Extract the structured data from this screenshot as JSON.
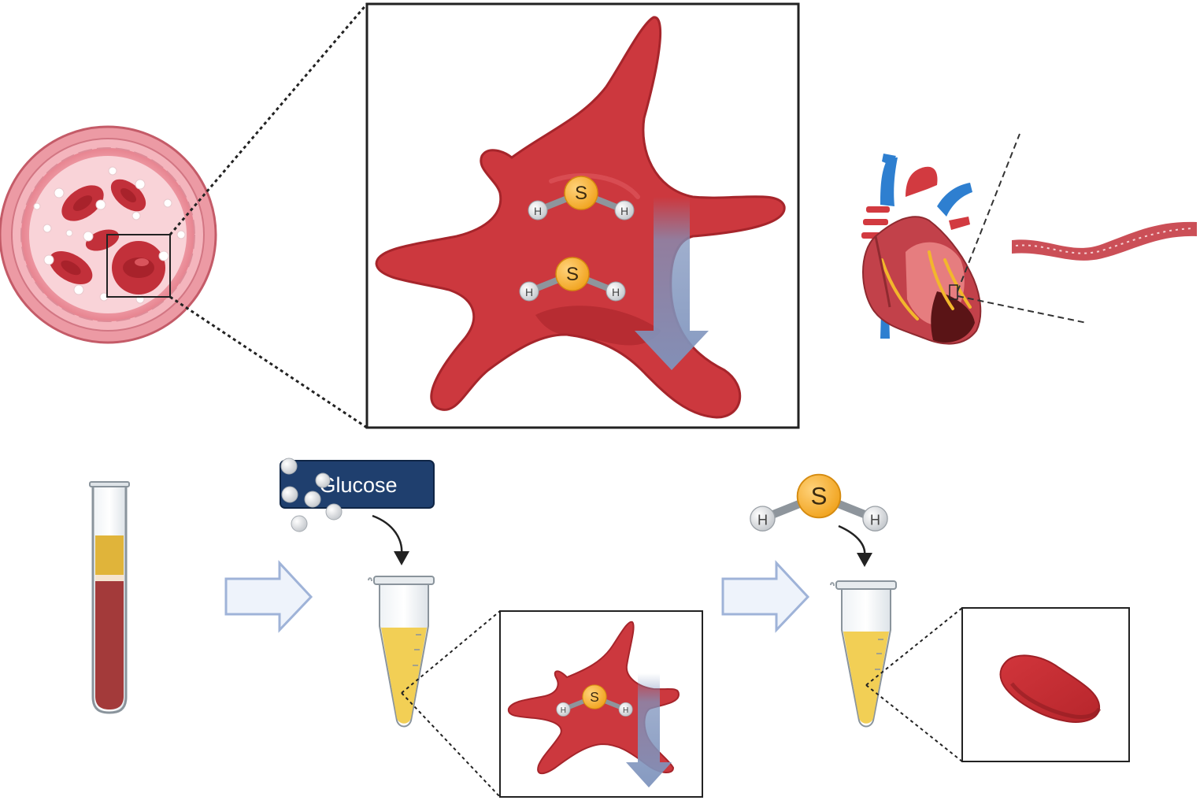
{
  "labels": {
    "glucose": "Glucose",
    "sulfur_symbol": "S",
    "hydrogen_symbol": "H"
  },
  "colors": {
    "cell_red": "#c8343a",
    "cell_dark": "#a8252b",
    "sulfur_orange": "#f5a623",
    "arrow_blue": "#7f94bd",
    "glucose_box": "#1f3f6e",
    "serum_yellow": "#f2cf55",
    "blood_dark": "#a33a3a",
    "plasma_gold": "#e2b43a"
  },
  "icons": [
    "blood-vessel-cross-section-icon",
    "echinocyte-cell-icon",
    "hydrogen-sulfide-molecule-icon",
    "heart-icon",
    "blood-stream-icon",
    "blood-test-tube-icon",
    "process-arrow-icon",
    "microcentrifuge-tube-icon",
    "normal-red-blood-cell-icon",
    "glucose-molecules-icon"
  ]
}
